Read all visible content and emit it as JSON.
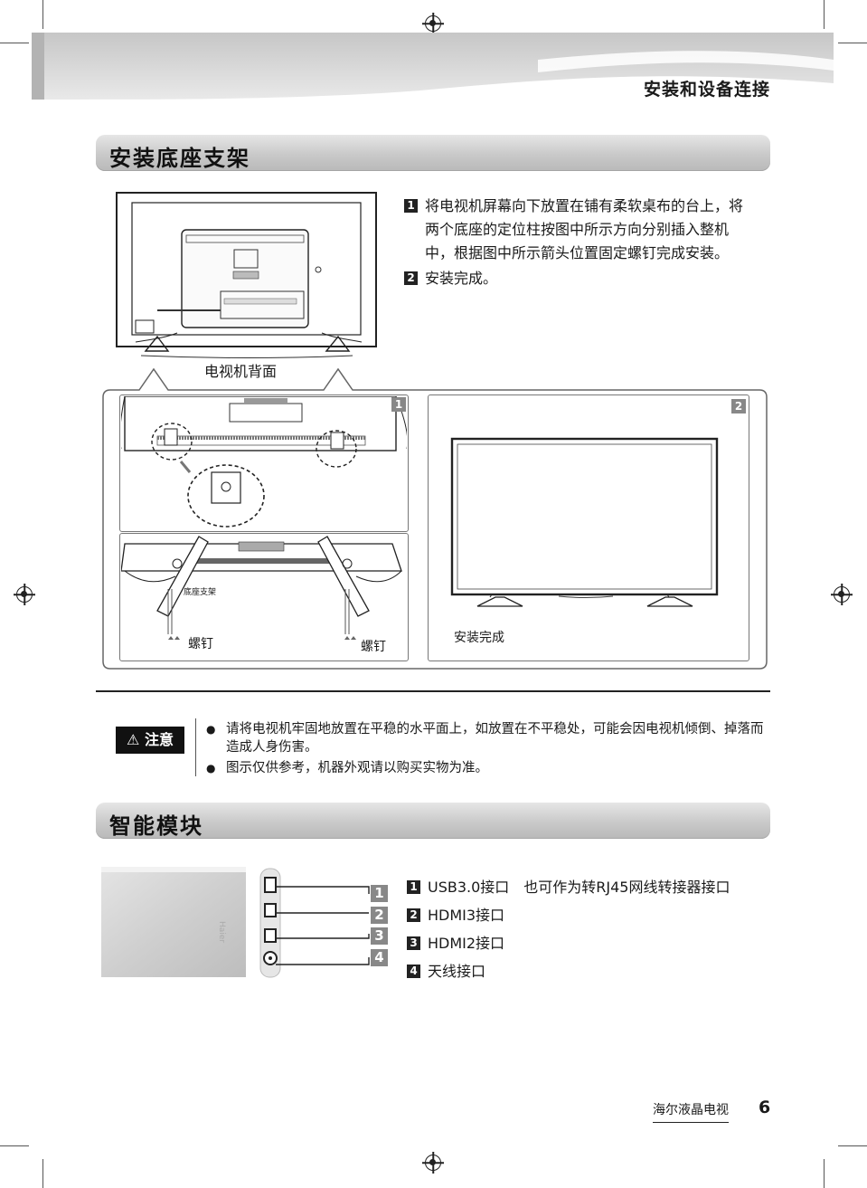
{
  "header": {
    "title": "安装和设备连接"
  },
  "stand_section": {
    "title": "安装底座支架",
    "steps": [
      {
        "num": "1",
        "text": "将电视机屏幕向下放置在铺有柔软桌布的台上，将两个底座的定位柱按图中所示方向分别插入整机中，根据图中所示箭头位置固定螺钉完成安装。"
      },
      {
        "num": "2",
        "text": "安装完成。"
      }
    ],
    "tv_back_label": "电视机背面",
    "panel1_num": "1",
    "panel2_num": "2",
    "stand_label": "底座支架",
    "screw_label_left": "螺钉",
    "screw_label_right": "螺钉",
    "complete_label": "安装完成"
  },
  "caution": {
    "badge": "注意",
    "items": [
      "请将电视机牢固地放置在平稳的水平面上，如放置在不平稳处，可能会因电视机倾倒、掉落而造成人身伤害。",
      "图示仅供参考，机器外观请以购买实物为准。"
    ]
  },
  "smart_section": {
    "title": "智能模块",
    "module_brand": "Haier",
    "callouts": [
      "1",
      "2",
      "3",
      "4"
    ],
    "ports": [
      {
        "num": "1",
        "text": "USB3.0接口　也可作为转RJ45网线转接器接口"
      },
      {
        "num": "2",
        "text": "HDMI3接口"
      },
      {
        "num": "3",
        "text": "HDMI2接口"
      },
      {
        "num": "4",
        "text": "天线接口"
      }
    ]
  },
  "footer": {
    "brand": "海尔液晶电视",
    "page": "6"
  }
}
